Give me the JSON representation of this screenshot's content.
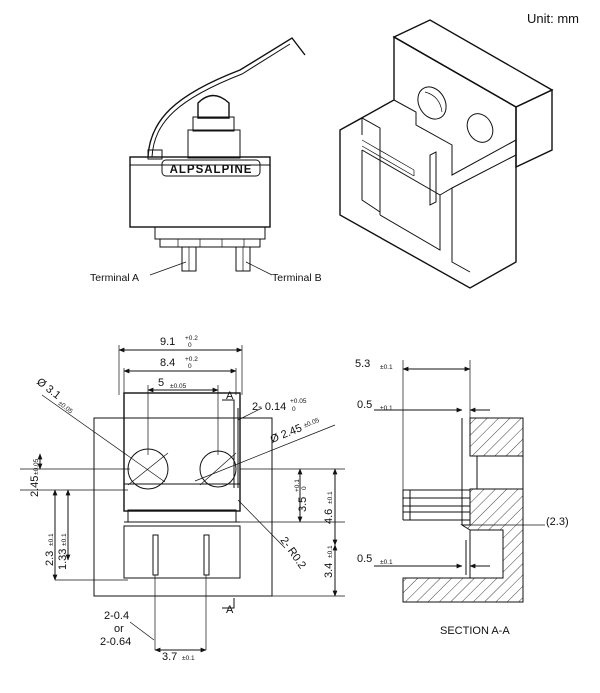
{
  "unit_label": "Unit: mm",
  "brand": "ALPSALPINE",
  "terminals": {
    "a": "Terminal A",
    "b": "Terminal B"
  },
  "dims": {
    "w91": "9.1",
    "w91_tol_top": "+0.2",
    "w91_tol_bot": "0",
    "w84": "8.4",
    "w84_tol_top": "+0.2",
    "w84_tol_bot": "0",
    "w5": "5",
    "w5_tol": "±0.05",
    "section_mark": "A",
    "slot": "2- 0.14",
    "slot_tol_top": "+0.05",
    "slot_tol_bot": "0",
    "hole_a": "Ø 3.1",
    "hole_a_tol": "±0.05",
    "hole_b": "Ø 2.45",
    "hole_b_tol": "±0.05",
    "h245": "2.45",
    "h245_tol": "±0.05",
    "h23": "2.3",
    "h23_tol": "±0.1",
    "h133": "1.33",
    "h133_tol": "±0.1",
    "h35": "3.5",
    "h35_tol_top": "+0.1",
    "h35_tol_bot": "0",
    "h46": "4.6",
    "h46_tol": "±0.1",
    "h34": "3.4",
    "h34_tol": "±0.1",
    "r02": "2- R0.2",
    "pin_w": "2-0.4",
    "pin_or": "or",
    "pin_w2": "2-0.64",
    "pitch": "3.7",
    "pitch_tol": "±0.1"
  },
  "section": {
    "d53": "5.3",
    "d53_tol": "±0.1",
    "d05a": "0.5",
    "d05a_tol": "±0.1",
    "d05b": "0.5",
    "d05b_tol": "±0.1",
    "d23": "(2.3)",
    "caption": "SECTION A-A"
  }
}
